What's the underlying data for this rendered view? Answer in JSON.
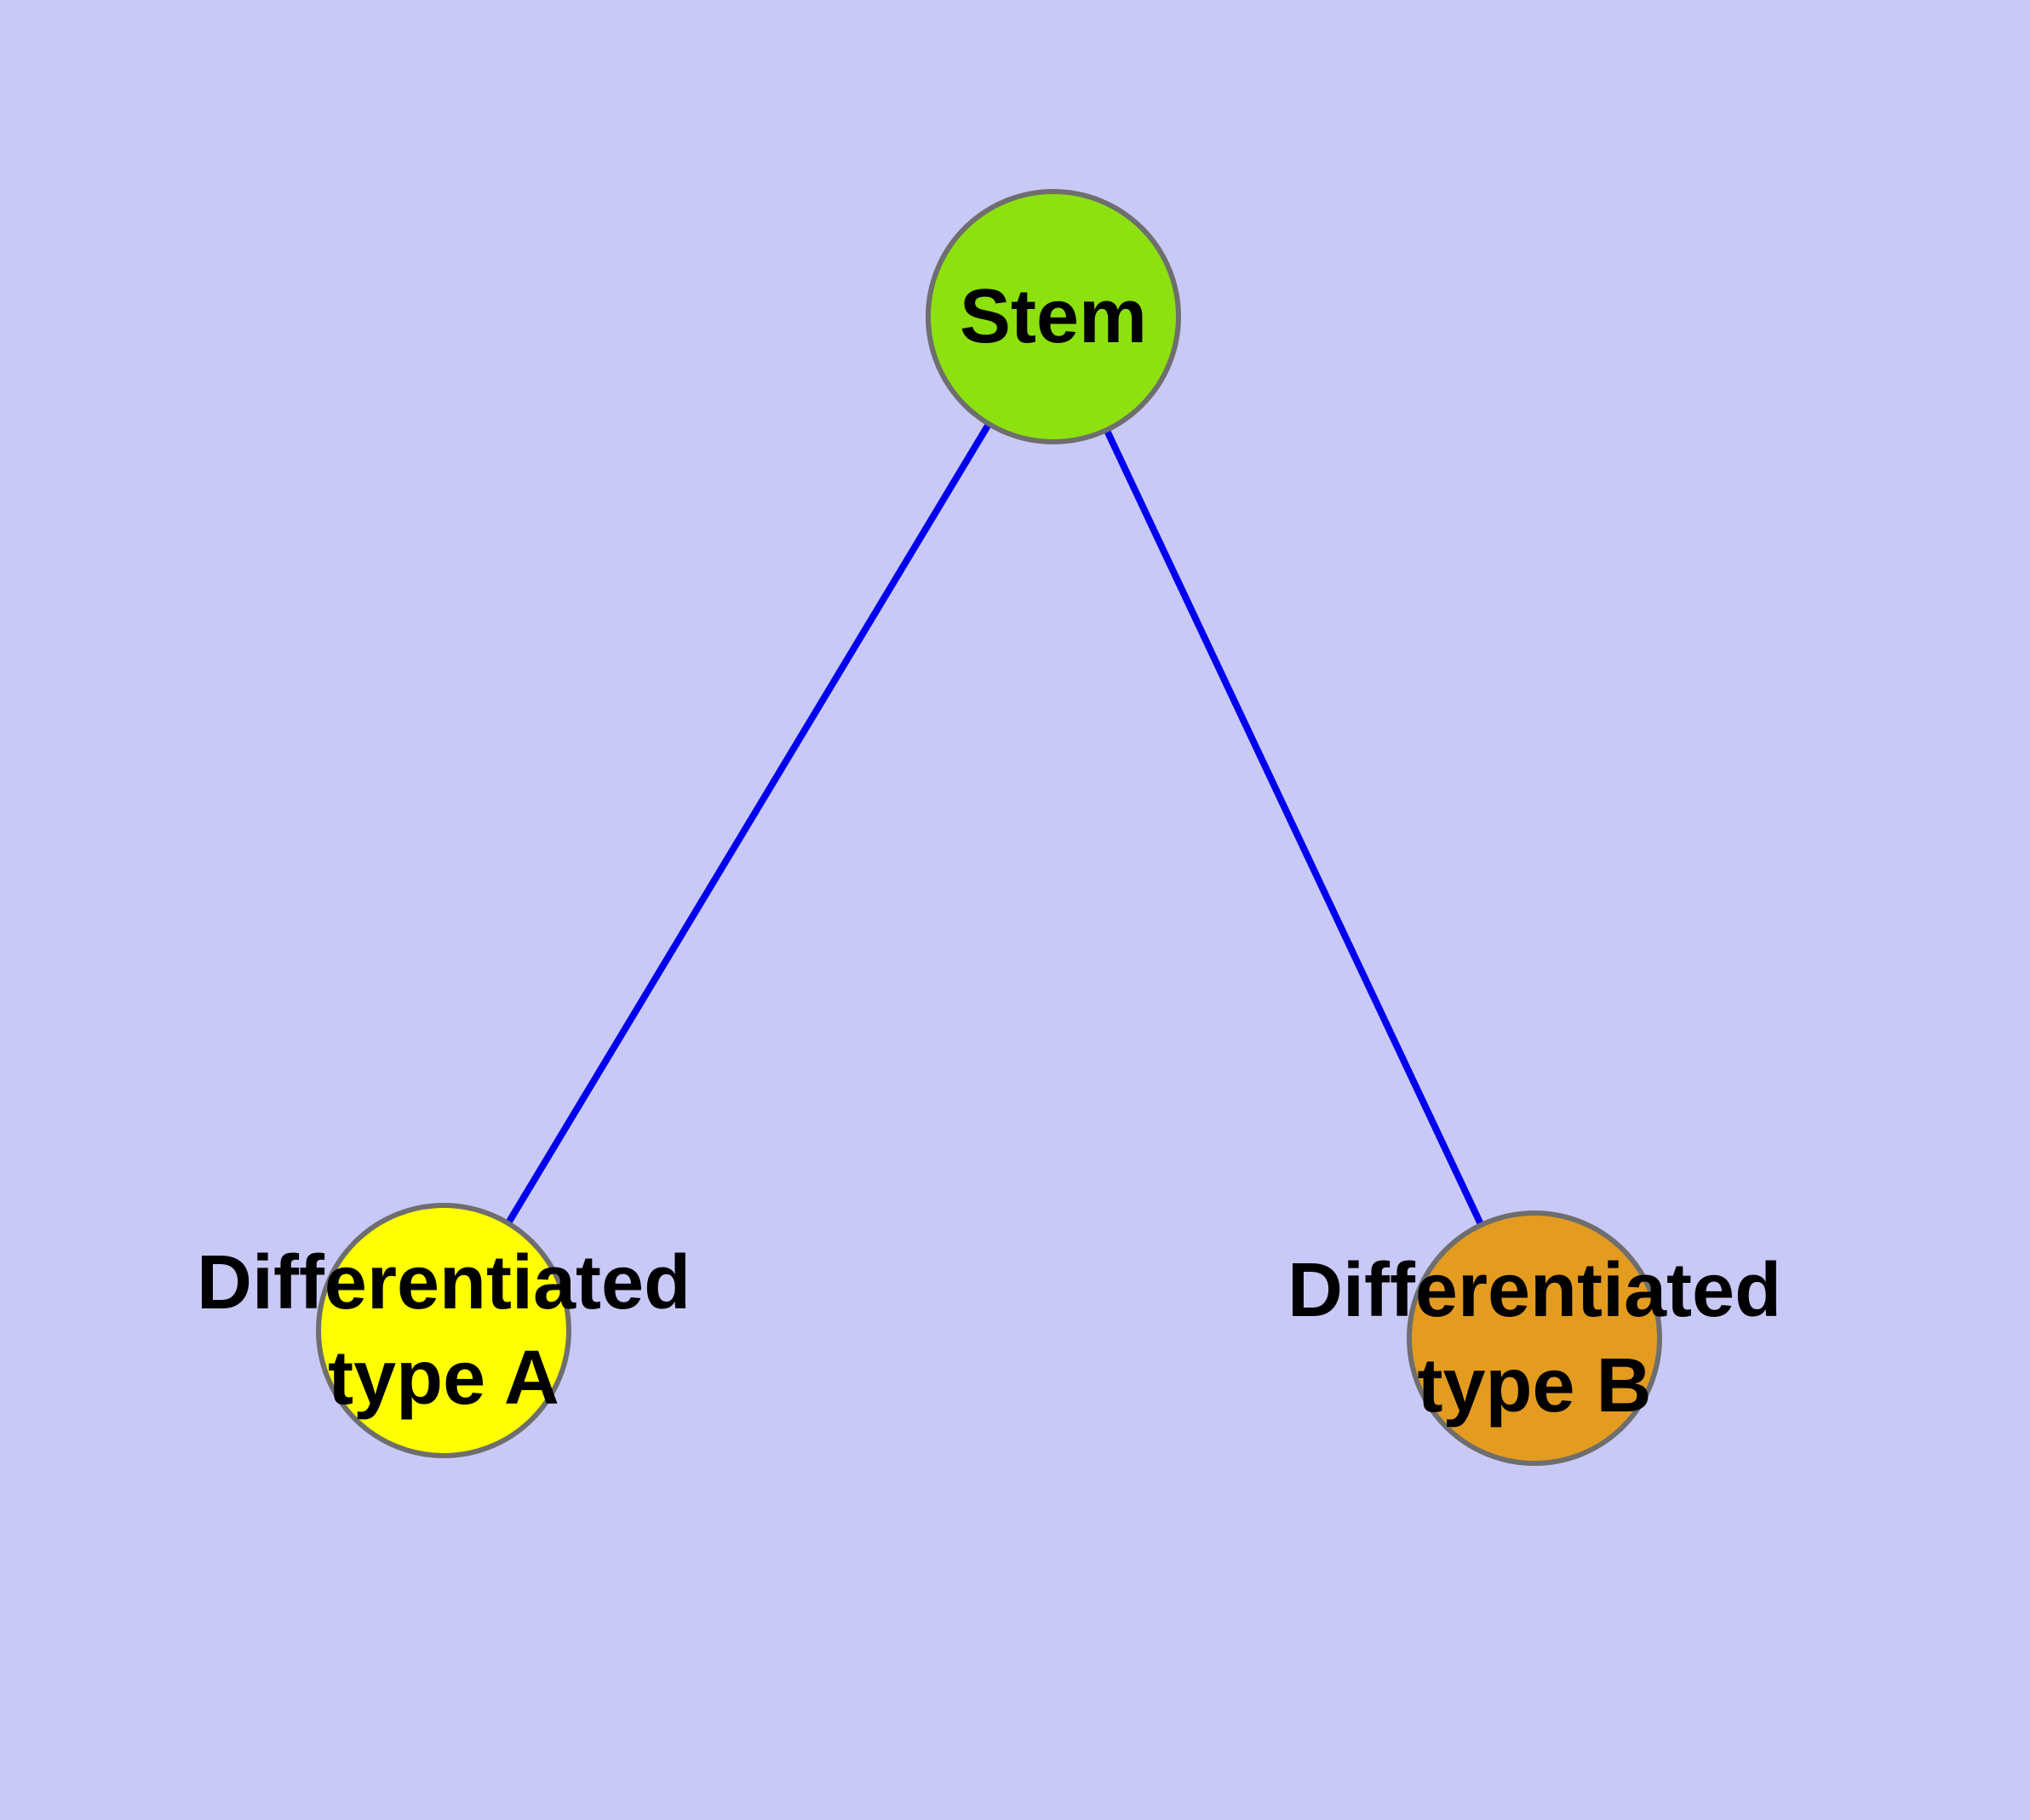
{
  "diagram": {
    "background_color": "#c9c9f7",
    "edge_color": "#0000ee",
    "node_border_color": "#6e6e6e",
    "nodes": [
      {
        "id": "stem",
        "label": "Stem",
        "fill": "#8ce10e"
      },
      {
        "id": "differentiated-type-a",
        "label_line1": "Differentiated",
        "label_line2": "type A",
        "fill": "#ffff00"
      },
      {
        "id": "differentiated-type-b",
        "label_line1": "Differentiated",
        "label_line2": "type B",
        "fill": "#e39c20"
      }
    ],
    "edges": [
      {
        "from": "stem",
        "to": "differentiated-type-a"
      },
      {
        "from": "stem",
        "to": "differentiated-type-b"
      }
    ]
  }
}
